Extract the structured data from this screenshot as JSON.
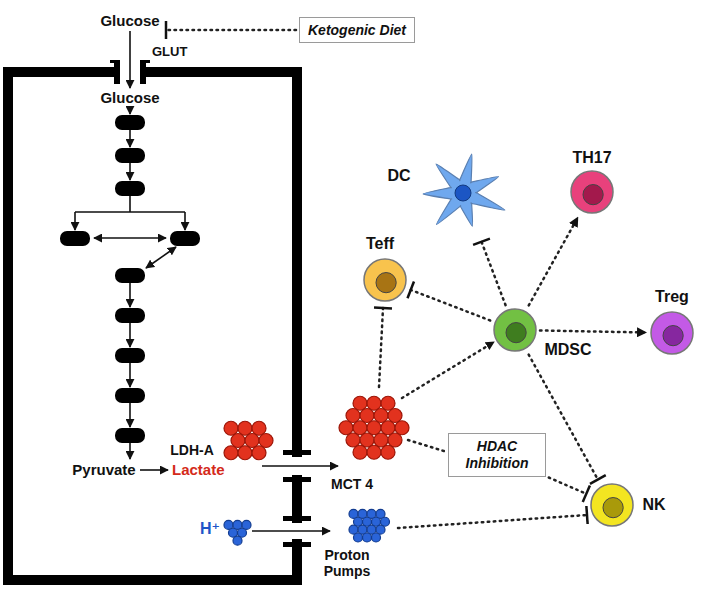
{
  "diagram": {
    "nodes": [
      {
        "text": [
          "Ketogenic Diet"
        ]
      },
      {
        "text": [
          "DC"
        ]
      },
      {
        "text": [
          "TH17"
        ]
      },
      {
        "text": [
          "Teff"
        ]
      },
      {
        "text": [
          "Treg"
        ]
      },
      {
        "text": [
          "MDSC"
        ]
      },
      {
        "text": [
          "HDAC Inhibition"
        ]
      },
      {
        "text": [
          "NK"
        ]
      }
    ],
    "edges": [
      {
        "from": 5,
        "to": 3,
        "arrow": "to"
      },
      {
        "from": 5,
        "to": 1,
        "arrow": "to"
      },
      {
        "from": 5,
        "to": 2,
        "arrow": "to"
      },
      {
        "from": 5,
        "to": 4,
        "arrow": "to"
      },
      {
        "from": 5,
        "to": 7,
        "arrow": "to"
      },
      {
        "from": 6,
        "to": 7,
        "arrow": "to"
      }
    ],
    "labels": [
      "Glucose",
      "GLUT",
      "Glucose",
      "LDH-A",
      "Pyruvate",
      "Lactate",
      "MCT 4",
      "H⁺",
      "Proton Pumps"
    ]
  }
}
